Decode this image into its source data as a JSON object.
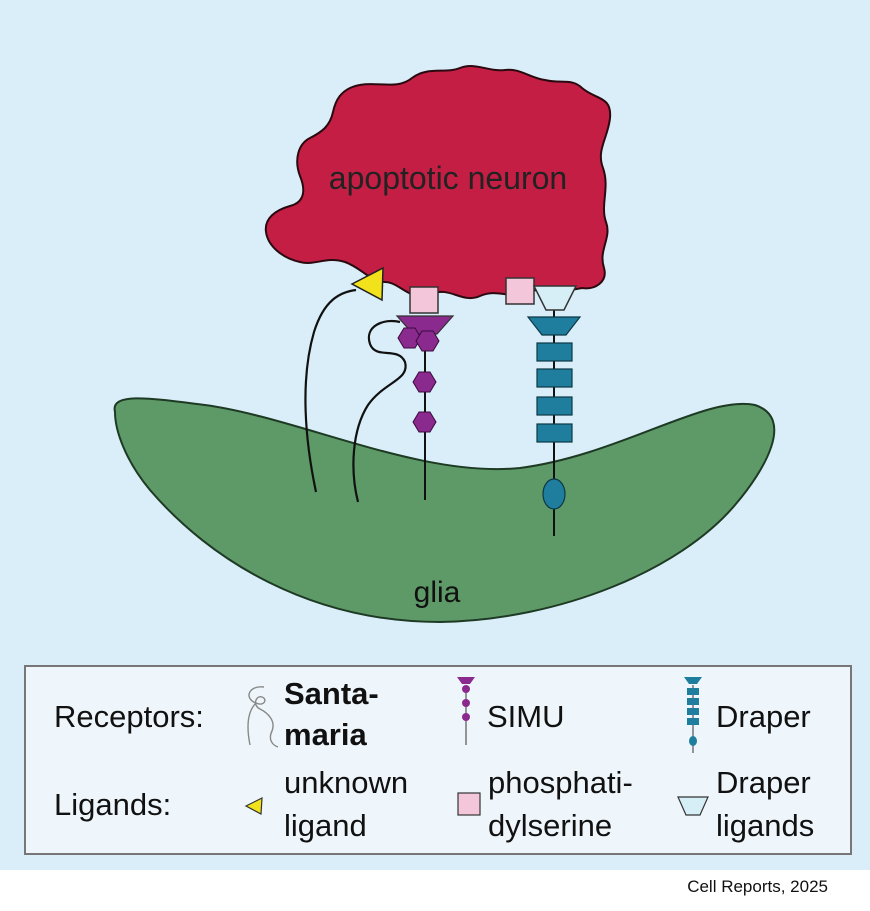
{
  "diagram": {
    "neuron_label": "apoptotic neuron",
    "glia_label": "glia",
    "colors": {
      "background": "#d9eef8",
      "neuron": "#c41e44",
      "glia": "#5e9a68",
      "simu": "#8a2a8e",
      "draper": "#1f7e9e",
      "draper_ligand": "#d6eef5",
      "phosphatidylserine": "#f4c6da",
      "unknown_ligand": "#f2e21c"
    }
  },
  "legend": {
    "receptors_label": "Receptors:",
    "ligands_label": "Ligands:",
    "receptors": [
      {
        "icon": "santa-maria-icon",
        "name_line1": "Santa-",
        "name_line2": "maria"
      },
      {
        "icon": "simu-icon",
        "name": "SIMU"
      },
      {
        "icon": "draper-icon",
        "name": "Draper"
      }
    ],
    "ligands": [
      {
        "icon": "unknown-ligand-icon",
        "name_line1": "unknown",
        "name_line2": "ligand"
      },
      {
        "icon": "phosphatidylserine-icon",
        "name_line1": "phosphati-",
        "name_line2": "dylserine"
      },
      {
        "icon": "draper-ligand-icon",
        "name_line1": "Draper",
        "name_line2": "ligands"
      }
    ]
  },
  "credit": "Cell Reports, 2025"
}
